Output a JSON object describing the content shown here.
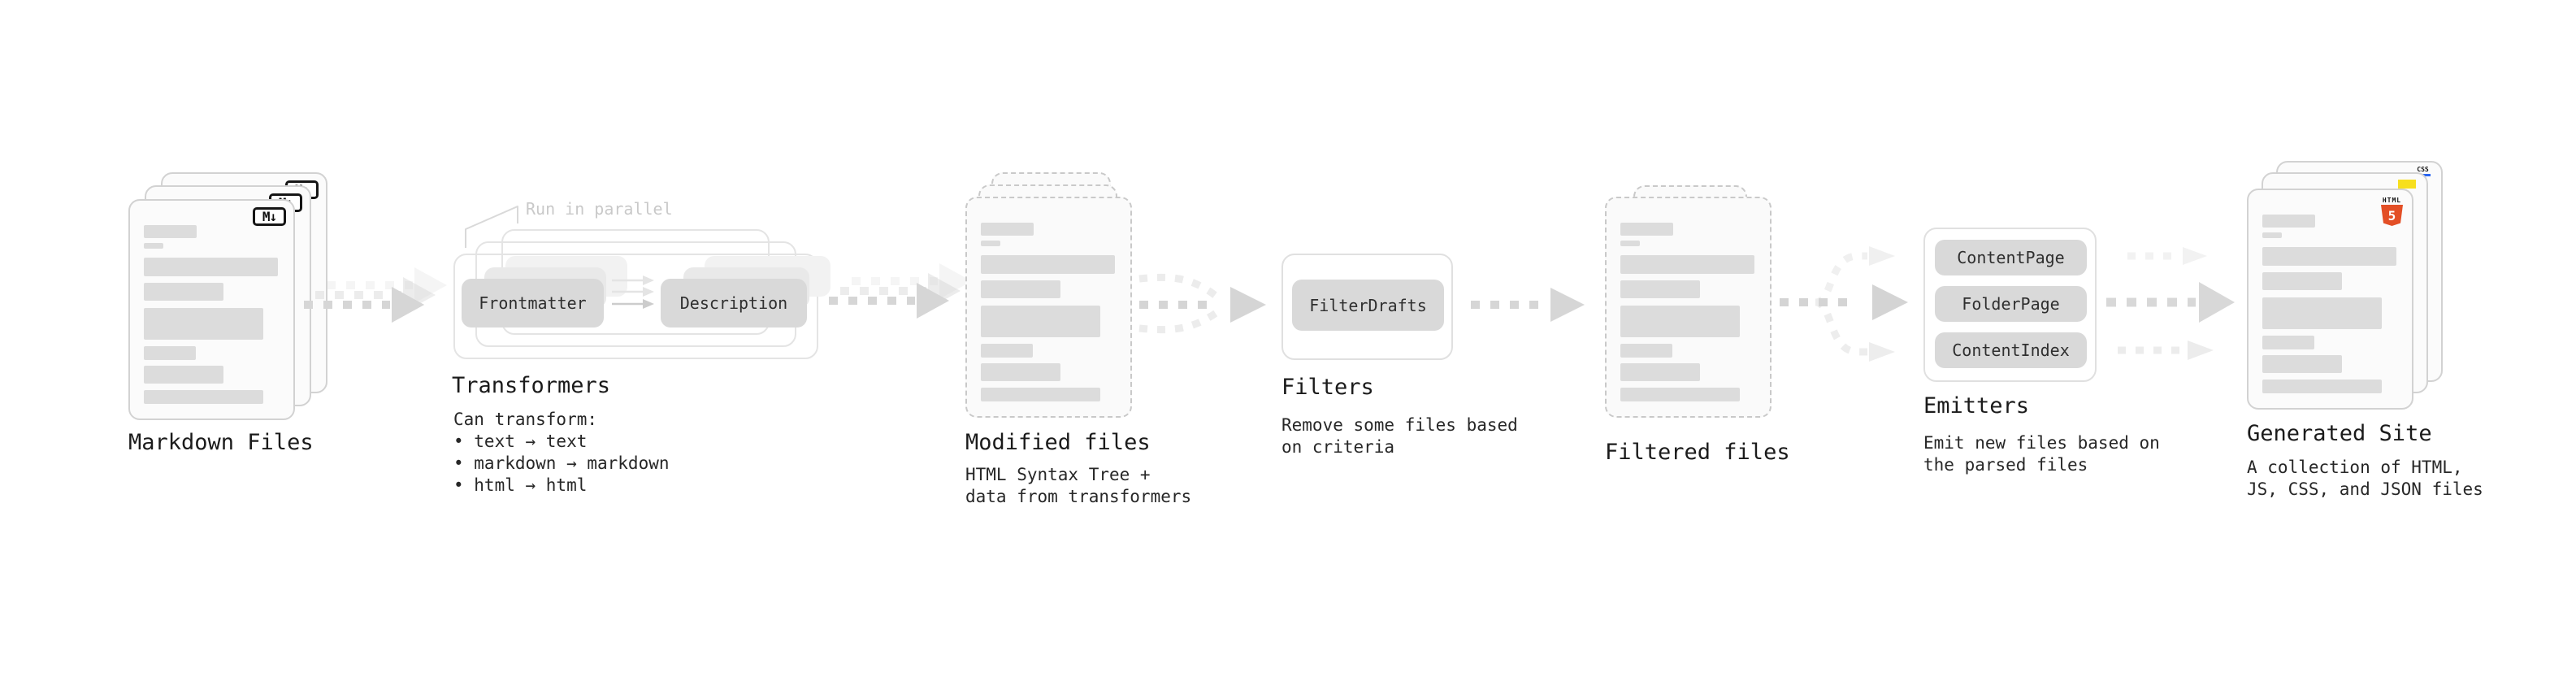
{
  "colors": {
    "html5_orange": "#E34F26",
    "js_yellow": "#F7DF1E",
    "css_blue": "#2965F1"
  },
  "stages": [
    {
      "id": "markdown-files",
      "title": "Markdown Files",
      "badge": "M↓"
    },
    {
      "id": "transformers",
      "title": "Transformers",
      "note": "Run in parallel",
      "pills": [
        "Frontmatter",
        "Description"
      ],
      "desc": [
        "Can transform:",
        "• text → text",
        "• markdown → markdown",
        "• html → html"
      ]
    },
    {
      "id": "modified-files",
      "title": "Modified files",
      "desc": [
        "HTML Syntax Tree +",
        "data from transformers"
      ]
    },
    {
      "id": "filters",
      "title": "Filters",
      "pills": [
        "FilterDrafts"
      ],
      "desc": [
        "Remove some files based",
        "on criteria"
      ]
    },
    {
      "id": "filtered-files",
      "title": "Filtered files"
    },
    {
      "id": "emitters",
      "title": "Emitters",
      "pills": [
        "ContentPage",
        "FolderPage",
        "ContentIndex"
      ],
      "desc": [
        "Emit new files based on",
        "the parsed files"
      ]
    },
    {
      "id": "generated-site",
      "title": "Generated Site",
      "badges": {
        "css": "CSS",
        "html_word": "HTML",
        "html_number": "5"
      },
      "desc": [
        "A collection of HTML,",
        "JS, CSS, and JSON files"
      ]
    }
  ]
}
